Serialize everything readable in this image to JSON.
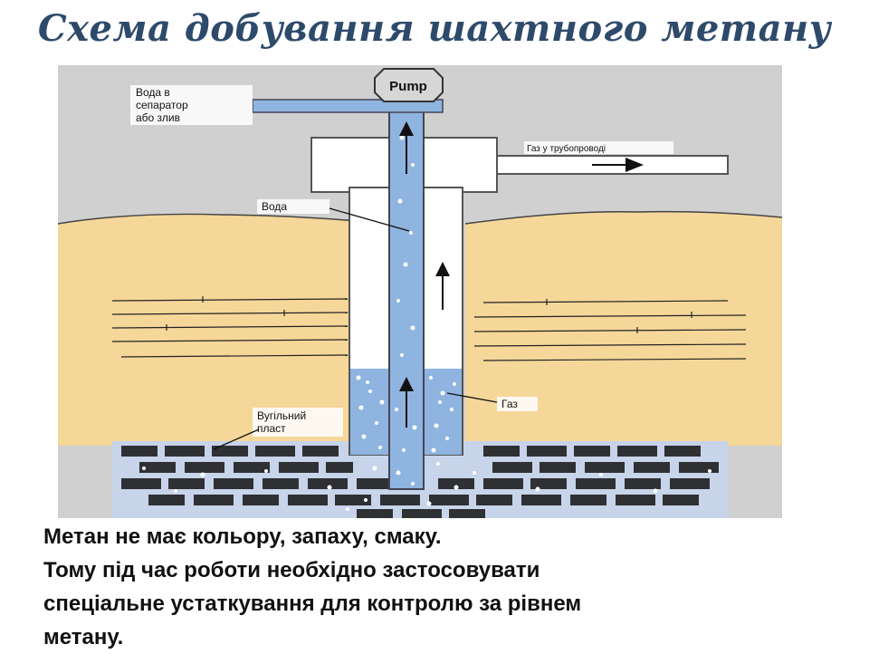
{
  "title": "Схема добування шахтного метану",
  "diagram": {
    "pump": "Pump",
    "water_out_lines": [
      "Вода в",
      "сепаратор",
      "або злив"
    ],
    "gas_pipeline": "Газ у трубопроводі",
    "water": "Вода",
    "gas": "Газ",
    "coal_lines": [
      "Вугільний",
      "пласт"
    ],
    "colors": {
      "background": "#d0d0d0",
      "soil": "#f5d79a",
      "water": "#8fb4df",
      "casing": "#ffffff",
      "coal": "#2f3033",
      "title": "#2e4a6b"
    }
  },
  "caption": {
    "line1": "Метан не має кольору, запаху, смаку.",
    "line2": "Тому під час роботи необхідно застосовувати",
    "line3": "спеціальне устаткування для контролю за рівнем",
    "line4": "метану."
  }
}
